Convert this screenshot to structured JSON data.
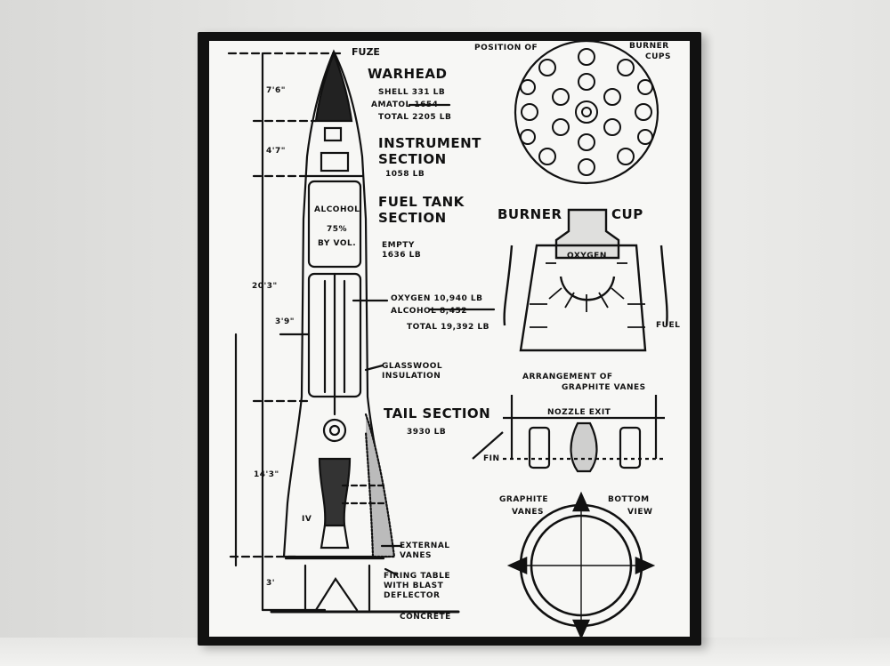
{
  "plaque": {
    "fuze": "FUZE",
    "warhead": "WARHEAD",
    "shell": "SHELL 331 LB",
    "amatol": "AMATOL 1654",
    "warhead_total": "TOTAL 2205 LB",
    "instrument_line1": "INSTRUMENT",
    "instrument_line2": "SECTION",
    "instrument_weight": "1058 LB",
    "fuel_line1": "FUEL TANK",
    "fuel_line2": "SECTION",
    "empty_line1": "EMPTY",
    "empty_line2": "1636 LB",
    "alcohol_tank_1": "ALCOHOL",
    "alcohol_tank_2": "75%",
    "alcohol_tank_3": "BY VOL.",
    "oxygen": "OXYGEN 10,940 LB",
    "alcohol": "ALCOHOL 8,452",
    "total_fuel": "TOTAL 19,392 LB",
    "glasswool_1": "GLASSWOOL",
    "glasswool_2": "INSULATION",
    "tail_section": "TAIL SECTION",
    "tail_weight": "3930 LB",
    "external_vanes_1": "EXTERNAL",
    "external_vanes_2": "VANES",
    "firing_1": "FIRING TABLE",
    "firing_2": "WITH BLAST",
    "firing_3": "DEFLECTOR",
    "concrete": "CONCRETE",
    "dim_warhead": "7'6\"",
    "dim_instrument": "4'7\"",
    "dim_body": "20'3\"",
    "dim_radius": "3'9\"",
    "dim_tail": "14'3\"",
    "dim_base": "3'",
    "fin_marking": "IV",
    "position_of": "POSITION OF",
    "burner_cups_1": "BURNER",
    "burner_cups_2": "CUPS",
    "burner_cup_title_1": "BURNER",
    "burner_cup_title_2": "CUP",
    "cup_oxygen": "OXYGEN",
    "cup_fuel": "FUEL",
    "arrangement_1": "ARRANGEMENT OF",
    "arrangement_2": "GRAPHITE VANES",
    "nozzle_exit": "NOZZLE EXIT",
    "fin": "FIN",
    "graphite_vanes_1": "GRAPHITE",
    "graphite_vanes_2": "VANES",
    "bottom_view_1": "BOTTOM",
    "bottom_view_2": "VIEW"
  }
}
